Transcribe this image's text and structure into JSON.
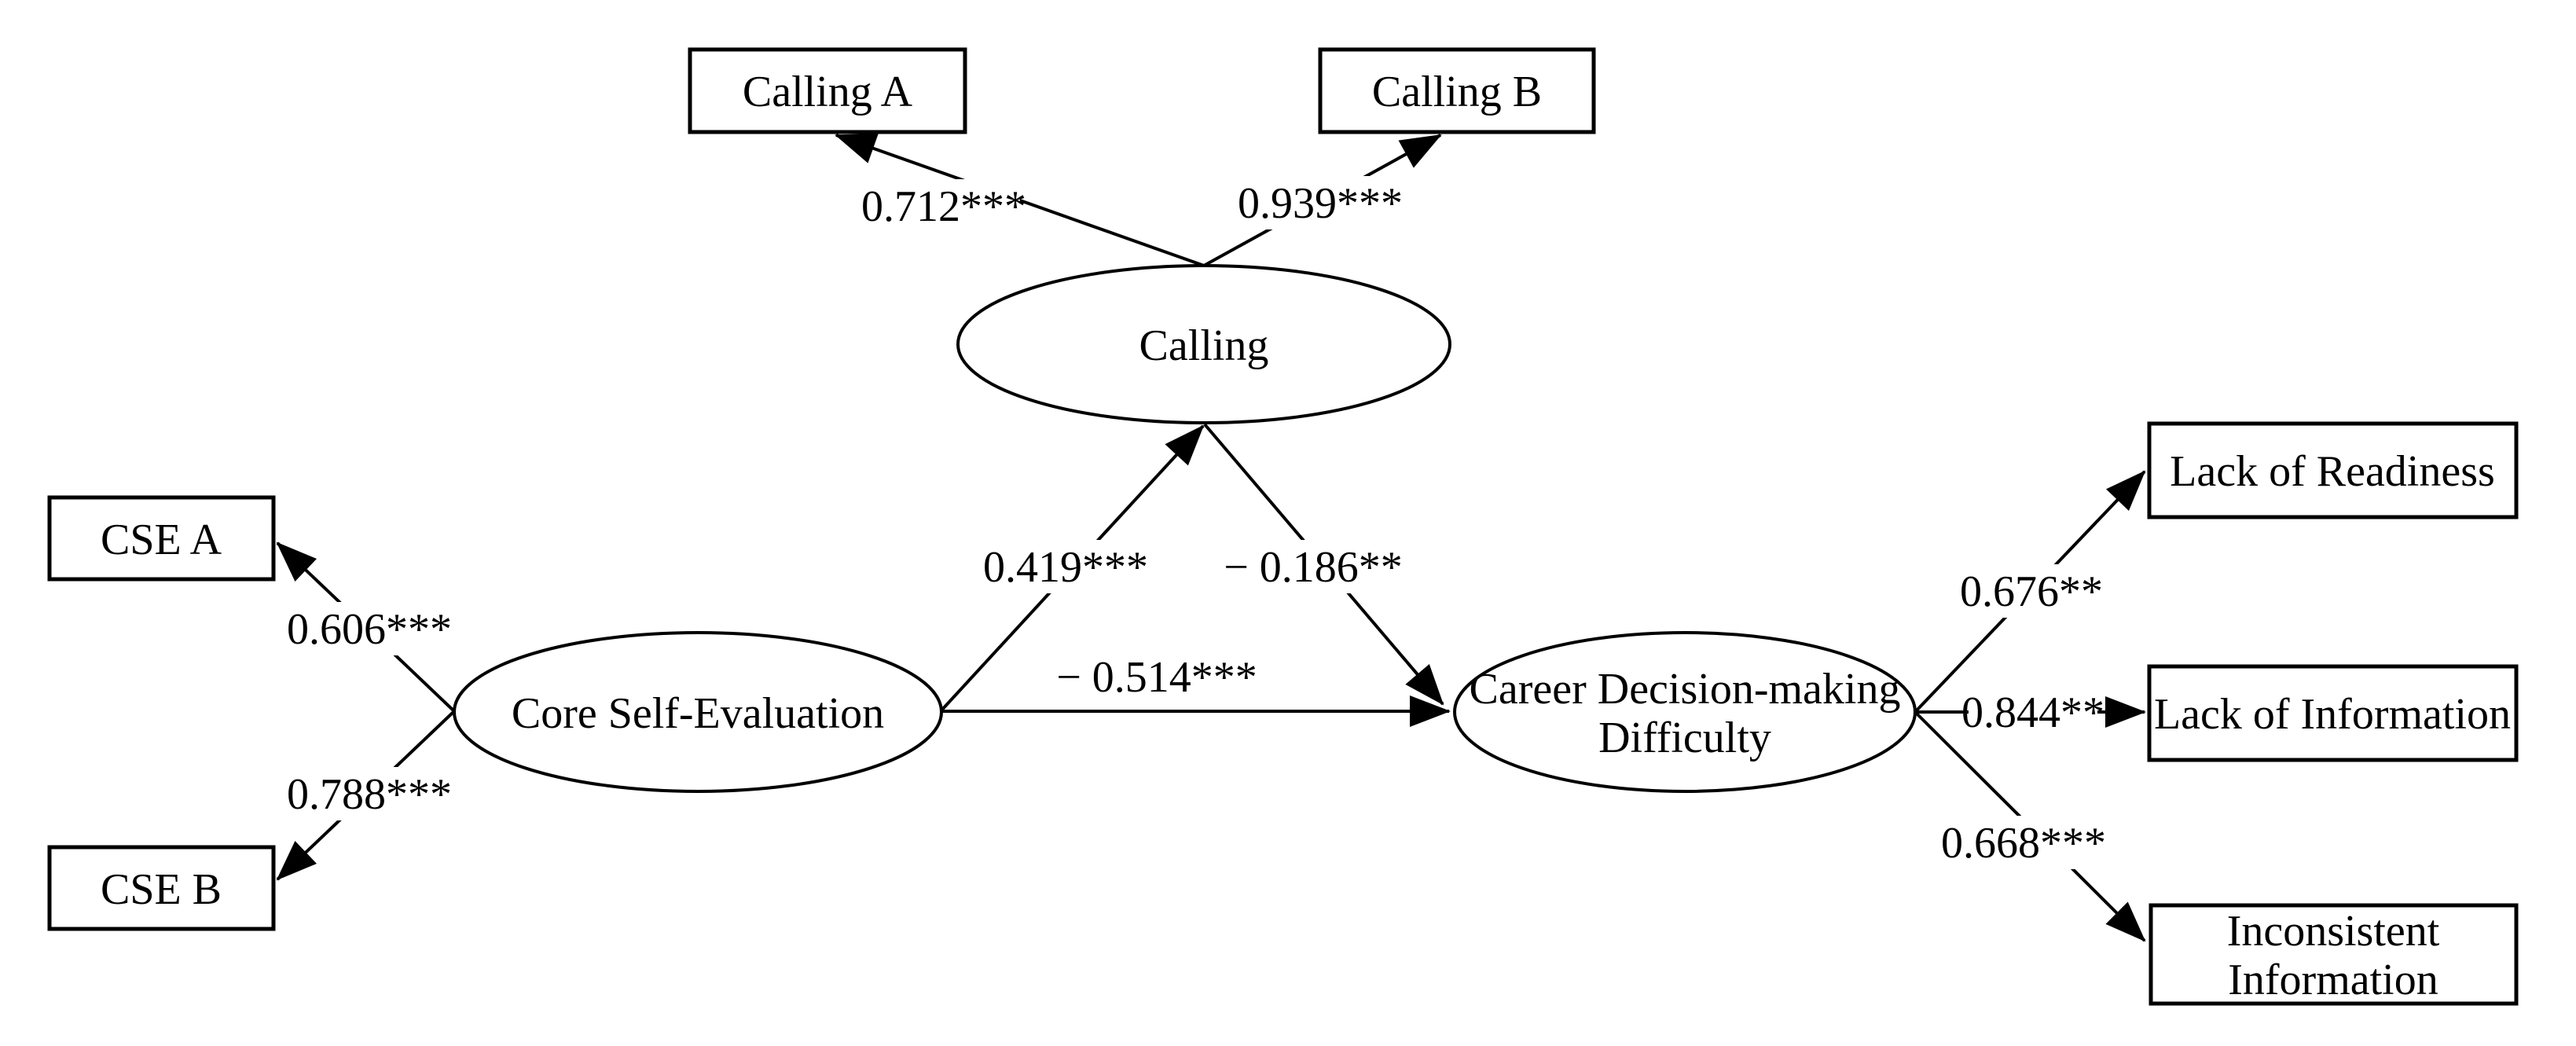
{
  "figure": {
    "type": "sem-path-diagram",
    "description": "Structural equation model: Core Self-Evaluation predicts Career Decision-making Difficulty directly and via Calling as a mediator, with standardized coefficients and significance stars.",
    "colors": {
      "ink": "#000000",
      "background": "#ffffff"
    },
    "latent": {
      "calling": "Calling",
      "cse": "Core Self-Evaluation",
      "cdd_line1": "Career Decision-making",
      "cdd_line2": "Difficulty"
    },
    "observed": {
      "calling_a": "Calling A",
      "calling_b": "Calling B",
      "cse_a": "CSE A",
      "cse_b": "CSE B",
      "lack_readiness": "Lack of Readiness",
      "lack_information": "Lack of Information",
      "inconsistent_line1": "Inconsistent",
      "inconsistent_line2": "Information"
    },
    "coefficients": {
      "calling_to_calling_a": "0.712***",
      "calling_to_calling_b": "0.939***",
      "cse_to_cse_a": "0.606***",
      "cse_to_cse_b": "0.788***",
      "cse_to_calling": "0.419***",
      "calling_to_cdd": "− 0.186**",
      "cse_to_cdd": "− 0.514***",
      "cdd_to_lack_readiness": "0.676**",
      "cdd_to_lack_information": "0.844**",
      "cdd_to_inconsistent": "0.668***"
    },
    "paths": [
      {
        "from": "Calling",
        "to": "Calling A",
        "coefficient": "0.712***"
      },
      {
        "from": "Calling",
        "to": "Calling B",
        "coefficient": "0.939***"
      },
      {
        "from": "Core Self-Evaluation",
        "to": "CSE A",
        "coefficient": "0.606***"
      },
      {
        "from": "Core Self-Evaluation",
        "to": "CSE B",
        "coefficient": "0.788***"
      },
      {
        "from": "Core Self-Evaluation",
        "to": "Calling",
        "coefficient": "0.419***"
      },
      {
        "from": "Calling",
        "to": "Career Decision-making Difficulty",
        "coefficient": "− 0.186**"
      },
      {
        "from": "Core Self-Evaluation",
        "to": "Career Decision-making Difficulty",
        "coefficient": "− 0.514***"
      },
      {
        "from": "Career Decision-making Difficulty",
        "to": "Lack of Readiness",
        "coefficient": "0.676**"
      },
      {
        "from": "Career Decision-making Difficulty",
        "to": "Lack of Information",
        "coefficient": "0.844**"
      },
      {
        "from": "Career Decision-making Difficulty",
        "to": "Inconsistent Information",
        "coefficient": "0.668***"
      }
    ]
  }
}
